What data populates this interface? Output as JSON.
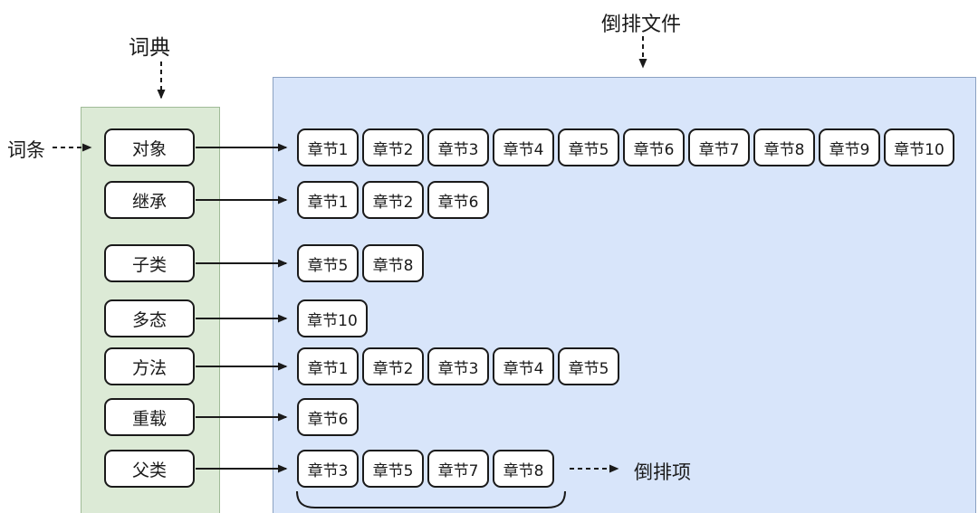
{
  "labels": {
    "dictionary": "词典",
    "inverted_file": "倒排文件",
    "term": "词条",
    "posting": "倒排项"
  },
  "colors": {
    "dictionary_fill": "#dcead6",
    "dictionary_border": "#a0bb98",
    "inverted_fill": "#d8e5fa",
    "inverted_border": "#8ba1c2",
    "box_border": "#1a1a1a",
    "arrow": "#1a1a1a"
  },
  "terms": [
    {
      "label": "对象",
      "chapters": [
        "章节1",
        "章节2",
        "章节3",
        "章节4",
        "章节5",
        "章节6",
        "章节7",
        "章节8",
        "章节9",
        "章节10"
      ]
    },
    {
      "label": "继承",
      "chapters": [
        "章节1",
        "章节2",
        "章节6"
      ]
    },
    {
      "label": "子类",
      "chapters": [
        "章节5",
        "章节8"
      ]
    },
    {
      "label": "多态",
      "chapters": [
        "章节10"
      ]
    },
    {
      "label": "方法",
      "chapters": [
        "章节1",
        "章节2",
        "章节3",
        "章节4",
        "章节5"
      ]
    },
    {
      "label": "重载",
      "chapters": [
        "章节6"
      ]
    },
    {
      "label": "父类",
      "chapters": [
        "章节3",
        "章节5",
        "章节7",
        "章节8"
      ]
    }
  ]
}
